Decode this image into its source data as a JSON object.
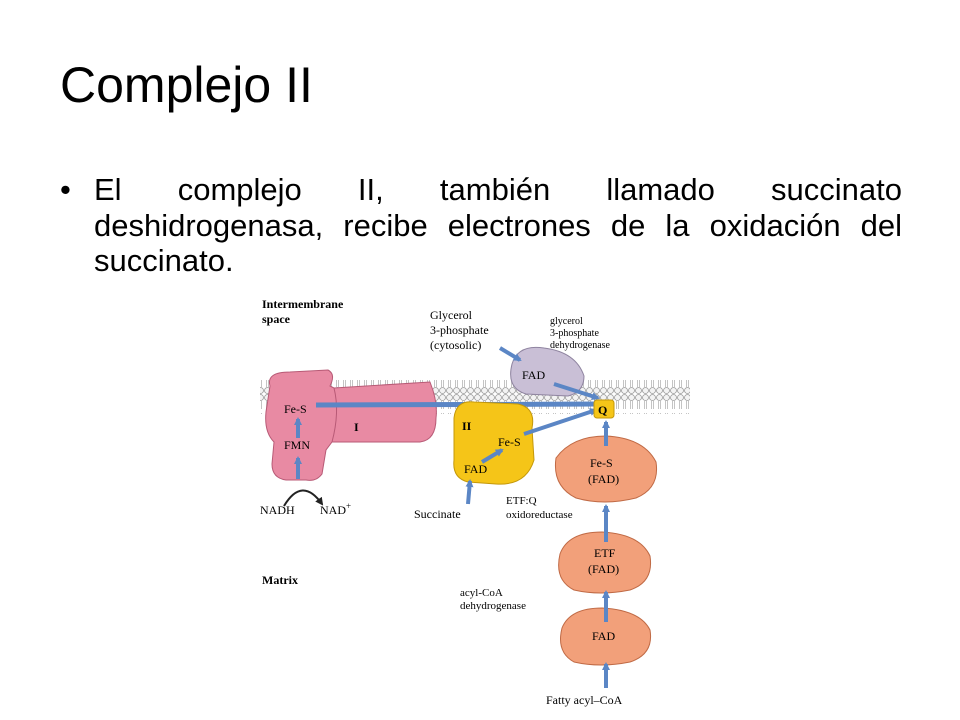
{
  "slide": {
    "title": "Complejo II",
    "bullet_symbol": "•",
    "bullet_text": "El complejo II, también llamado succinato deshidrogenasa, recibe electrones de la oxidación del succinato."
  },
  "diagram": {
    "intermembrane_line1": "Intermembrane",
    "intermembrane_line2": "space",
    "matrix": "Matrix",
    "complex_I": {
      "label": "I",
      "fes": "Fe-S",
      "fmn": "FMN",
      "nadh": "NADH",
      "nad": "NAD",
      "nad_sup": "+",
      "color": "#e88aa3"
    },
    "complex_II": {
      "label": "II",
      "fes": "Fe-S",
      "fad": "FAD",
      "substrate": "Succinate",
      "color": "#f5c518"
    },
    "g3p_dh": {
      "substrate_line1": "Glycerol",
      "substrate_line2": "3-phosphate",
      "substrate_line3": "(cytosolic)",
      "name_line1": "glycerol",
      "name_line2": "3-phosphate",
      "name_line3": "dehydrogenase",
      "fad": "FAD",
      "color": "#c9bfd6"
    },
    "etfq": {
      "fes": "Fe-S",
      "fad": "(FAD)",
      "name_line1": "ETF:Q",
      "name_line2": "oxidoreductase",
      "color": "#f2a07a"
    },
    "etf": {
      "label": "ETF",
      "fad": "(FAD)"
    },
    "acyl_dh": {
      "name_line1": "acyl-CoA",
      "name_line2": "dehydrogenase",
      "fad": "FAD",
      "substrate": "Fatty acyl–CoA"
    },
    "q": "Q",
    "arrow_color": "#5b86c5"
  }
}
